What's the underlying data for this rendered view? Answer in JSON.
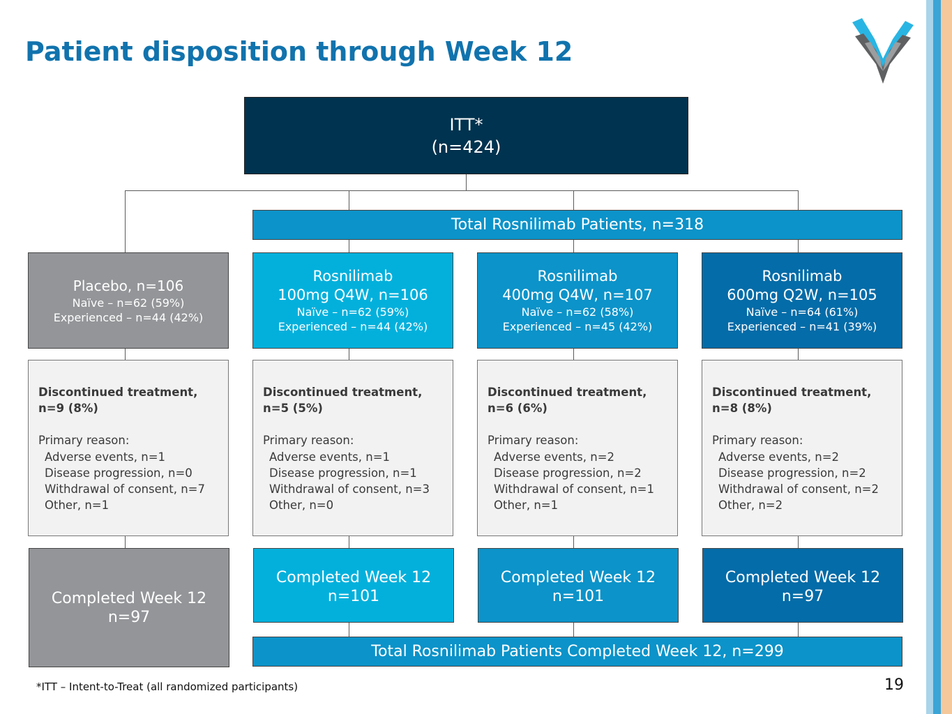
{
  "title": "Patient disposition through Week 12",
  "colors": {
    "title": "#1173ad",
    "itt": "#00334f",
    "placebo": "#939598",
    "arm_100mg": "#03b0dc",
    "arm_400mg": "#0c93c9",
    "arm_600mg": "#046ca8",
    "total_bar": "#0c93c9",
    "discontinued_box": "#f2f2f2"
  },
  "logo": {
    "icon": "chevron-v-logo-icon"
  },
  "itt": {
    "line1": "ITT*",
    "line2": "(n=424)"
  },
  "total_rosnilimab": "Total Rosnilimab Patients, n=318",
  "arms": [
    {
      "name": "Placebo, n=106",
      "dose": "",
      "naive": "Naïve – n=62 (59%)",
      "experienced": "Experienced – n=44 (42%)"
    },
    {
      "name": "Rosnilimab",
      "dose": "100mg Q4W, n=106",
      "naive": "Naïve – n=62 (59%)",
      "experienced": "Experienced – n=44 (42%)"
    },
    {
      "name": "Rosnilimab",
      "dose": "400mg Q4W, n=107",
      "naive": "Naïve – n=62 (58%)",
      "experienced": "Experienced – n=45 (42%)"
    },
    {
      "name": "Rosnilimab",
      "dose": "600mg Q2W, n=105",
      "naive": "Naïve – n=64 (61%)",
      "experienced": "Experienced – n=41 (39%)"
    }
  ],
  "discontinued": [
    {
      "line1": "Discontinued treatment,",
      "line2": "n=9 (8%)",
      "primary": "Primary reason:",
      "reasons": [
        "Adverse events, n=1",
        "Disease progression, n=0",
        "Withdrawal of consent, n=7",
        "Other, n=1"
      ]
    },
    {
      "line1": "Discontinued treatment,",
      "line2": "n=5 (5%)",
      "primary": "Primary reason:",
      "reasons": [
        "Adverse events, n=1",
        "Disease progression, n=1",
        "Withdrawal of consent, n=3",
        "Other, n=0"
      ]
    },
    {
      "line1": "Discontinued treatment,",
      "line2": "n=6 (6%)",
      "primary": "Primary reason:",
      "reasons": [
        "Adverse events, n=2",
        "Disease progression, n=2",
        "Withdrawal of consent, n=1",
        "Other, n=1"
      ]
    },
    {
      "line1": "Discontinued treatment,",
      "line2": "n=8 (8%)",
      "primary": "Primary reason:",
      "reasons": [
        "Adverse events, n=2",
        "Disease progression, n=2",
        "Withdrawal of consent, n=2",
        "Other, n=2"
      ]
    }
  ],
  "completed": [
    {
      "line1": "Completed Week 12",
      "line2": "n=97"
    },
    {
      "line1": "Completed Week 12",
      "line2": "n=101"
    },
    {
      "line1": "Completed Week 12",
      "line2": "n=101"
    },
    {
      "line1": "Completed Week 12",
      "line2": "n=97"
    }
  ],
  "total_completed": "Total Rosnilimab Patients Completed Week 12, n=299",
  "footnote": "*ITT – Intent-to-Treat (all randomized participants)",
  "page_number": "19"
}
